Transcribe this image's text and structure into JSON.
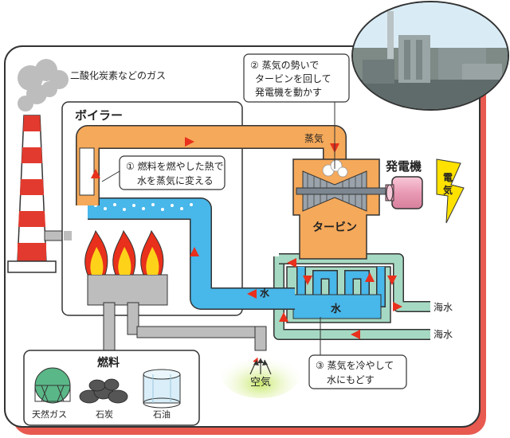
{
  "labels": {
    "exhaust": "二酸化炭素などのガス",
    "boiler": "ボイラー",
    "steam": "蒸気",
    "generator": "発電機",
    "electricity": "電気",
    "turbine": "タービン",
    "water_pipe": "水",
    "water_condenser": "水",
    "seawater_out": "海水",
    "seawater_in": "海水",
    "air": "空気",
    "fuel_title": "燃料",
    "fuel_gas": "天然ガス",
    "fuel_coal": "石炭",
    "fuel_oil": "石油"
  },
  "steps": {
    "step1": {
      "line1": "① 燃料を燃やした熱で",
      "line2": "水を蒸気に変える"
    },
    "step2": {
      "line1": "② 蒸気の勢いで",
      "line2": "タービンを回して",
      "line3": "発電機を動かす"
    },
    "step3": {
      "line1": "③ 蒸気を冷やして",
      "line2": "水にもどす"
    }
  },
  "colors": {
    "frame_red": "#e85a4f",
    "steam_orange": "#f5a95a",
    "water_blue": "#48b7ea",
    "seawater_green": "#a6d9c3",
    "fuel_gray": "#bdbdbd",
    "flame_red": "#e8301c",
    "flame_yellow": "#ffd21a",
    "arrow_red": "#e8301c",
    "bolt_yellow": "#ffe100"
  }
}
